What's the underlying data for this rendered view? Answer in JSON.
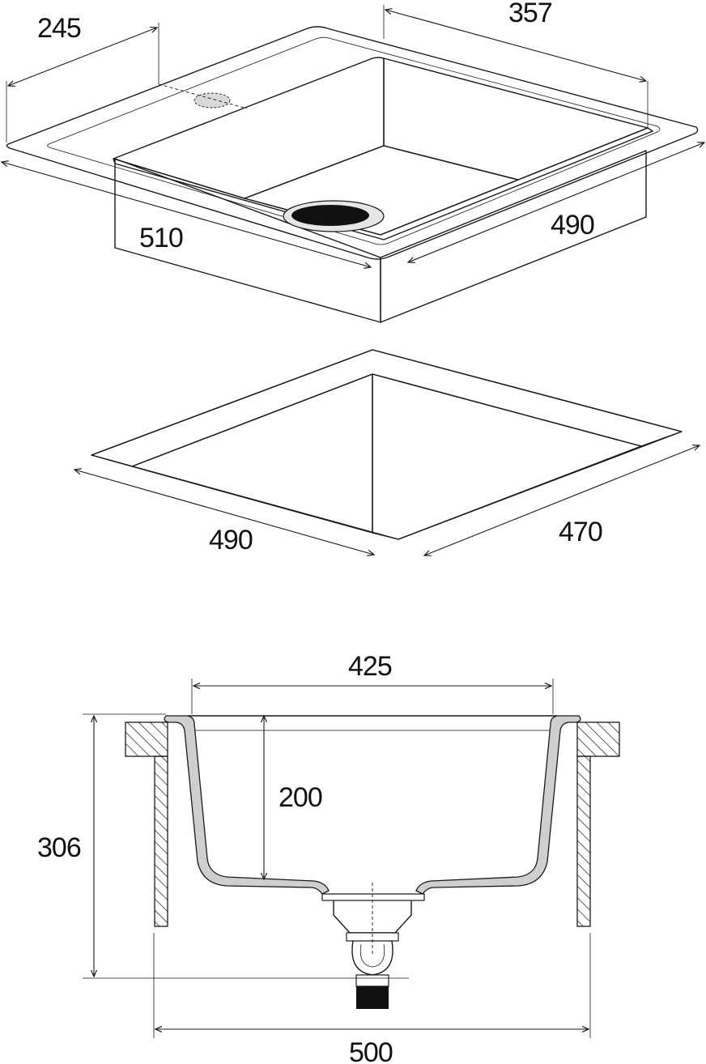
{
  "colors": {
    "line": "#1a1a1a",
    "rim": "#f1f1f1",
    "basin_outer": "#c6c6c6",
    "basin_floor": "#bdbdbd",
    "basin_wall_dark": "#b4b4b4",
    "body": "#d0d0d0",
    "cutout_left": "#ebebeb",
    "cutout_right": "#cccccc",
    "cutout_band": "#c2c2c2",
    "section_fill": "#cfcfcf"
  },
  "sink_3d": {
    "dimensions": {
      "tap_offset": "245",
      "bowl_length": "357",
      "overall_length": "510",
      "overall_width": "490"
    }
  },
  "cutout": {
    "dimensions": {
      "length": "490",
      "width": "470"
    }
  },
  "section": {
    "dimensions": {
      "bowl_width": "425",
      "bowl_depth": "200",
      "total_depth": "306",
      "cabinet_width": "500"
    }
  }
}
